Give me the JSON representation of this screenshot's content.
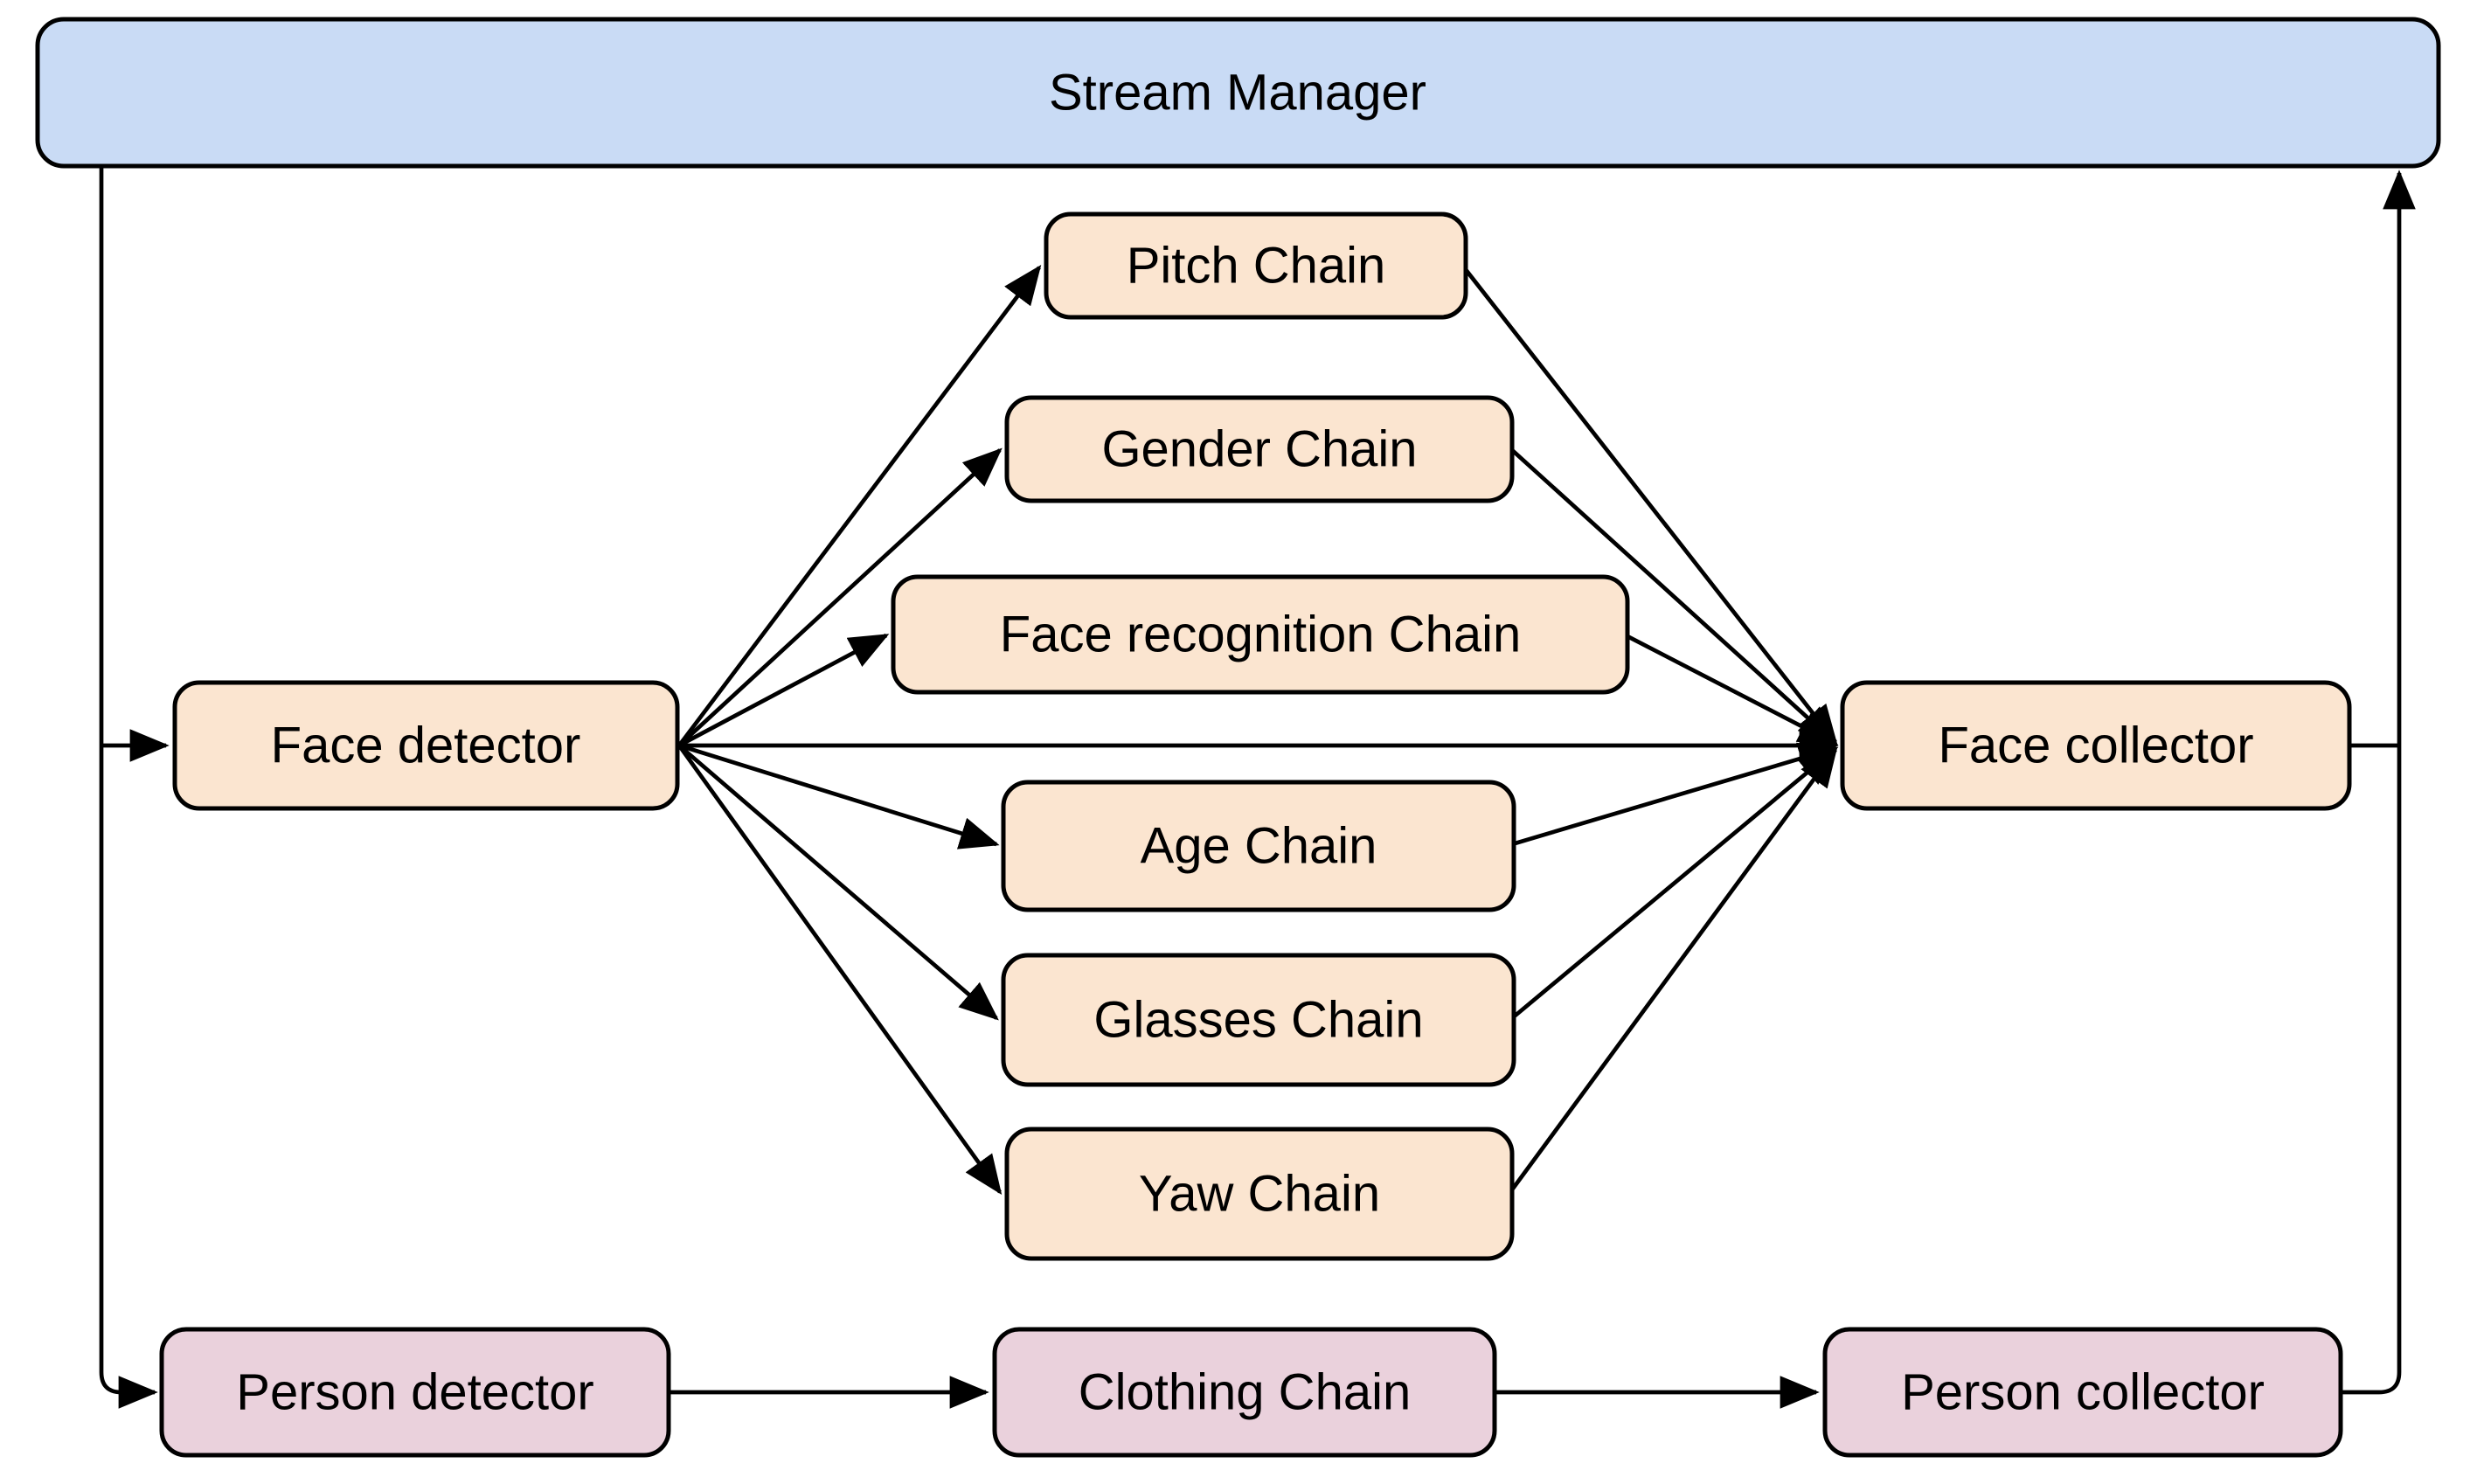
{
  "colors": {
    "background": "#ffffff",
    "stream_manager_fill": "#c9dbf5",
    "face_pipeline_fill": "#fbe5d0",
    "person_pipeline_fill": "#ead1dc",
    "node_border": "#000000",
    "edge_color": "#000000",
    "label_color": "#000000"
  },
  "nodes": {
    "stream_manager": {
      "label": "Stream Manager"
    },
    "face_detector": {
      "label": "Face detector"
    },
    "pitch_chain": {
      "label": "Pitch Chain"
    },
    "gender_chain": {
      "label": "Gender Chain"
    },
    "face_recognition_chain": {
      "label": "Face recognition Chain"
    },
    "age_chain": {
      "label": "Age Chain"
    },
    "glasses_chain": {
      "label": "Glasses Chain"
    },
    "yaw_chain": {
      "label": "Yaw Chain"
    },
    "face_collector": {
      "label": "Face collector"
    },
    "person_detector": {
      "label": "Person detector"
    },
    "clothing_chain": {
      "label": "Clothing Chain"
    },
    "person_collector": {
      "label": "Person collector"
    }
  },
  "edges": [
    {
      "from": "stream_manager",
      "to": "face_detector"
    },
    {
      "from": "stream_manager",
      "to": "person_detector"
    },
    {
      "from": "face_detector",
      "to": "pitch_chain"
    },
    {
      "from": "face_detector",
      "to": "gender_chain"
    },
    {
      "from": "face_detector",
      "to": "face_recognition_chain"
    },
    {
      "from": "face_detector",
      "to": "face_collector"
    },
    {
      "from": "face_detector",
      "to": "age_chain"
    },
    {
      "from": "face_detector",
      "to": "glasses_chain"
    },
    {
      "from": "face_detector",
      "to": "yaw_chain"
    },
    {
      "from": "pitch_chain",
      "to": "face_collector"
    },
    {
      "from": "gender_chain",
      "to": "face_collector"
    },
    {
      "from": "face_recognition_chain",
      "to": "face_collector"
    },
    {
      "from": "age_chain",
      "to": "face_collector"
    },
    {
      "from": "glasses_chain",
      "to": "face_collector"
    },
    {
      "from": "yaw_chain",
      "to": "face_collector"
    },
    {
      "from": "person_detector",
      "to": "clothing_chain"
    },
    {
      "from": "clothing_chain",
      "to": "person_collector"
    },
    {
      "from": "person_collector",
      "to": "stream_manager"
    },
    {
      "from": "face_collector",
      "to": "stream_manager"
    }
  ]
}
